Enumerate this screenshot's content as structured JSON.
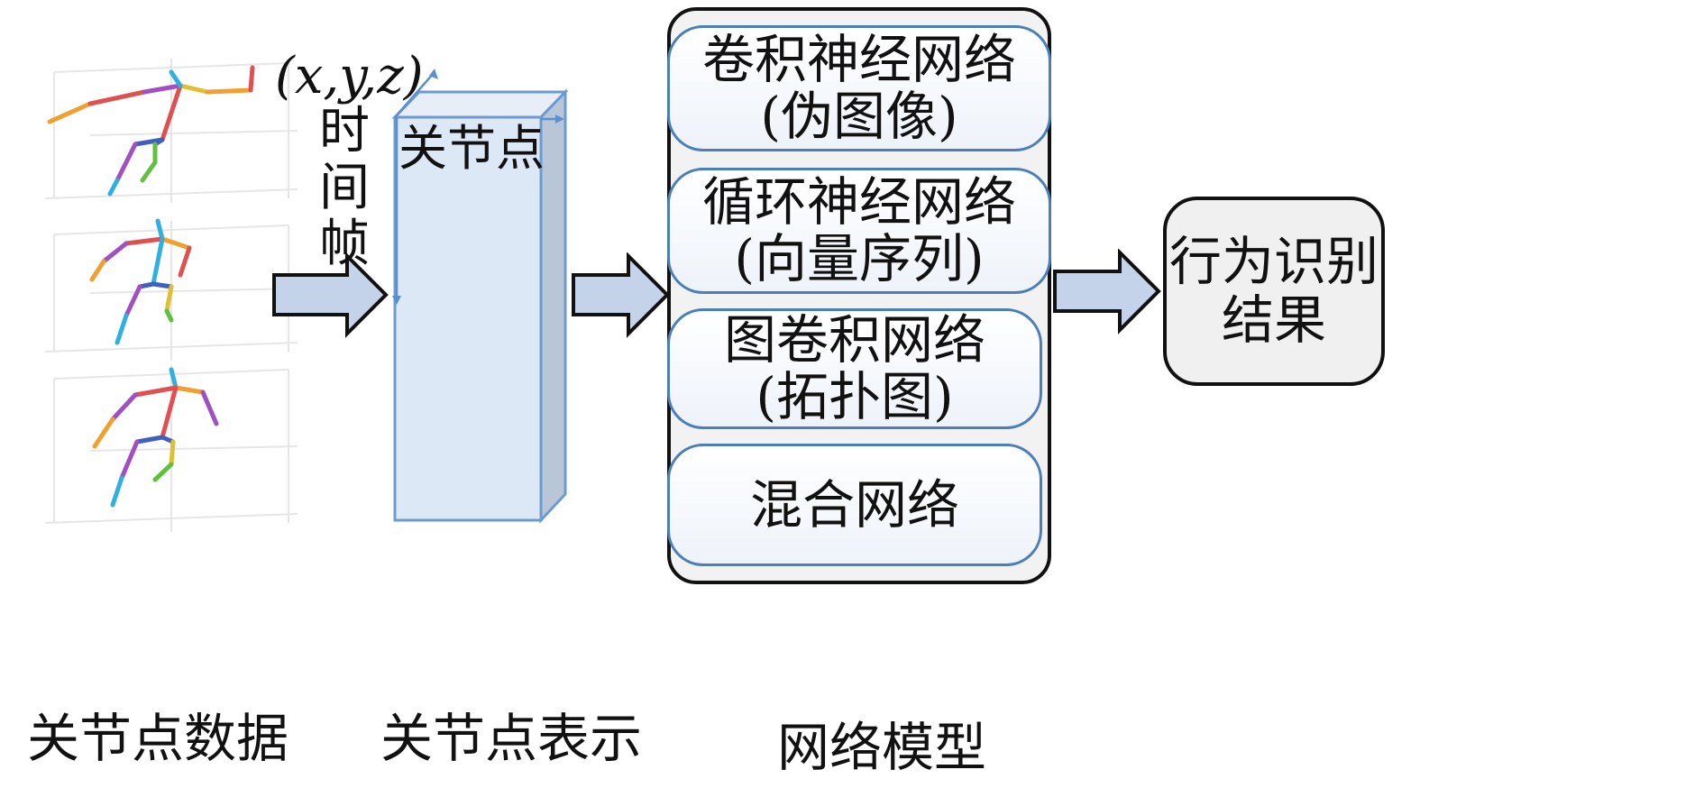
{
  "skeleton": {
    "bottom_label": "关节点数据"
  },
  "representation": {
    "coord_label": "(x,y,z)",
    "time_label": [
      "时",
      "间",
      "帧"
    ],
    "joint_label": "关节点",
    "bottom_label": "关节点表示"
  },
  "network": {
    "boxes": [
      {
        "line1": "卷积神经网络",
        "line2": "(伪图像)"
      },
      {
        "line1": "循环神经网络",
        "line2": "(向量序列)"
      },
      {
        "line1": "图卷积网络",
        "line2": "(拓扑图)"
      },
      {
        "line1": "混合网络",
        "line2": ""
      }
    ],
    "bottom_label": "网络模型"
  },
  "result": {
    "line1": "行为识别",
    "line2": "结果"
  },
  "colors": {
    "arrow_fill": "#c5d3ea",
    "box_border": "#4a7fba",
    "block_front": "#dde8f6",
    "block_side": "#b8c6d8",
    "panel_fill": "#f2f2f2",
    "result_fill": "#f0f0f0"
  }
}
